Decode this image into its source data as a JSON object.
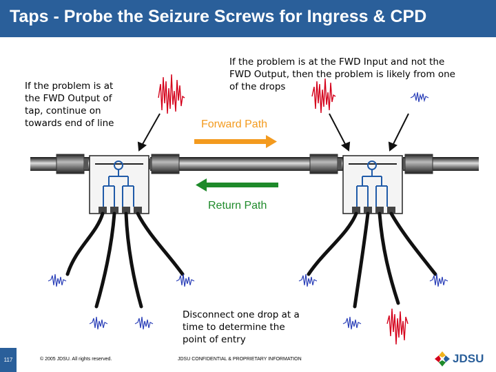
{
  "title": "Taps - Probe the Seizure Screws for Ingress & CPD",
  "notes": {
    "fwd_output": [
      "If the problem is at",
      "the FWD Output of",
      "tap, continue on",
      "towards end of line"
    ],
    "fwd_input": [
      "If the problem is at the FWD Input and not the",
      "FWD Output, then the problem is likely from one",
      "of the drops"
    ],
    "disconnect": [
      "Disconnect one drop at a",
      "time to determine the",
      "point of entry"
    ]
  },
  "labels": {
    "forward_path": "Forward Path",
    "return_path": "Return Path"
  },
  "colors": {
    "title_bar": "#2a5f9a",
    "forward_arrow": "#f39a1e",
    "return_arrow": "#1e8a2a",
    "forward_text": "#f39a1e",
    "return_text": "#1e8a2a",
    "tap_symbol": "#1f5aa8",
    "ingress_signal": "#d4001a",
    "cpd_signal": "#2a3fb8"
  },
  "footer": {
    "page_number": "117",
    "copyright": "© 2005 JDSU. All rights reserved.",
    "confidential": "JDSU CONFIDENTIAL & PROPRIETARY INFORMATION",
    "logo": "JDSU"
  }
}
